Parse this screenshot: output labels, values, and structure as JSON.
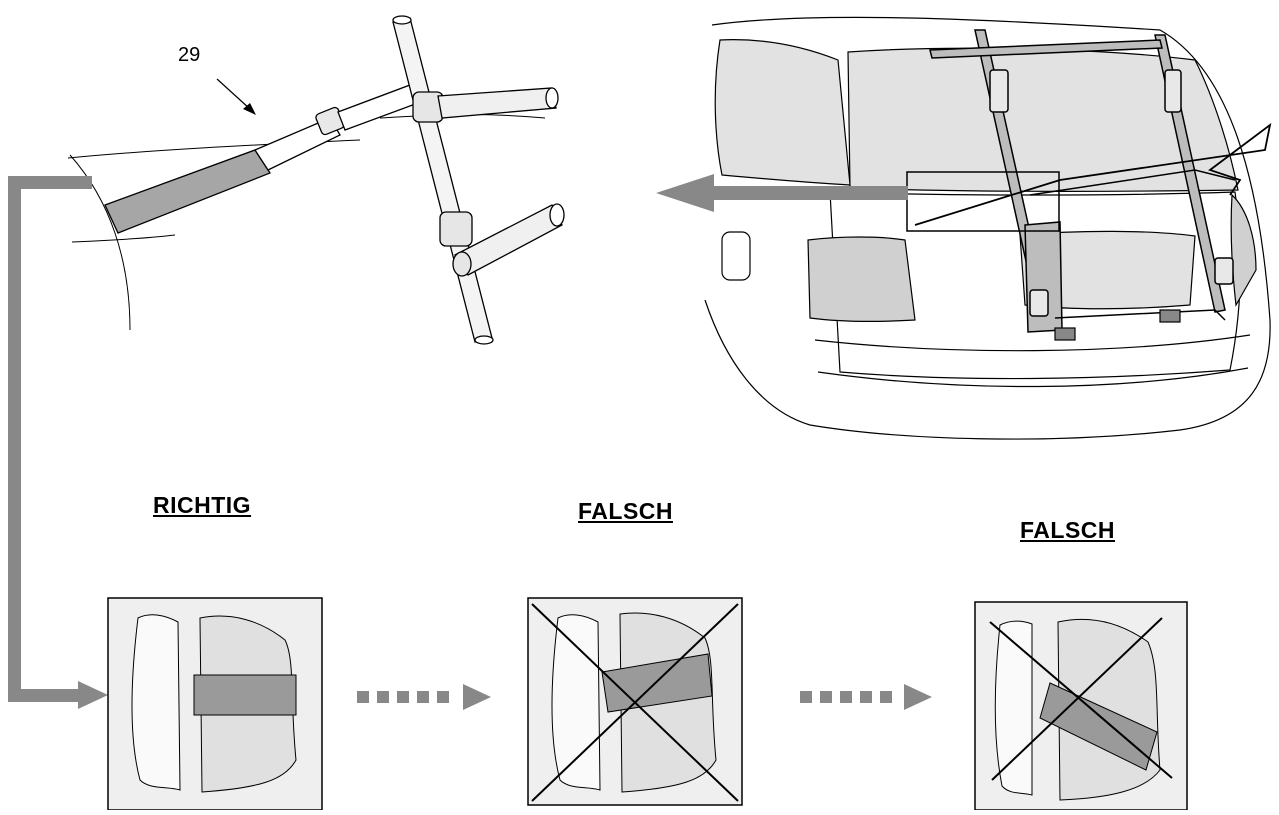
{
  "diagram": {
    "part_number": "29",
    "labels": {
      "correct": "RICHTIG",
      "wrong_1": "FALSCH",
      "wrong_2": "FALSCH"
    },
    "colors": {
      "arrow": "#888888",
      "panel_bg": "#efefef",
      "strap": "#9a9a9a",
      "car_glass": "#e2e2e2",
      "line": "#000000"
    }
  }
}
